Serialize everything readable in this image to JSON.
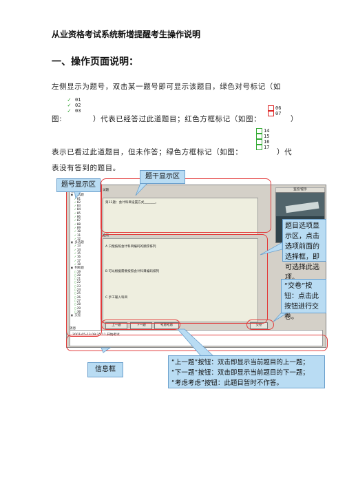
{
  "doc": {
    "title": "从业资格考试系统新增提醒考生操作说明",
    "section": "一、操作页面说明：",
    "para1_line1": "左侧显示为题号，双击某一题号即可显示该题目，绿色对号标记（如",
    "para1_line2_a": "图:",
    "para1_line2_b": "）代表已经答过此道题目；红色方框标记（如图：",
    "para1_line2_c": "）",
    "para2_line1_a": "表示已看过此道题目，但未作答；绿色方框标记（如图：",
    "para2_line1_b": "）代",
    "para2_line2": "表没有答到的题目。",
    "sample_answered": [
      "01",
      "02",
      "03"
    ],
    "sample_viewed": [
      "06",
      "07"
    ],
    "sample_unanswered": [
      "14",
      "15",
      "16",
      "17"
    ]
  },
  "shot": {
    "tree_header": "题目",
    "tree_groups": [
      "单选题",
      "多选题",
      "判断题",
      "交卷"
    ],
    "tree_items_a": [
      "01",
      "02",
      "03",
      "04",
      "05",
      "06",
      "07",
      "08",
      "09",
      "10",
      "11",
      "12"
    ],
    "tree_items_b": [
      "13",
      "14",
      "15",
      "16",
      "17",
      "18"
    ],
    "tree_items_c": [
      "19",
      "20",
      "21",
      "22",
      "23",
      "24",
      "25",
      "26",
      "27",
      "28",
      "29",
      "30"
    ],
    "question_label": "试题",
    "question_text": "第12题：会计科目设置方式_______。",
    "options_label": "选项",
    "options": [
      "A 只能按照会计科目编码的顺序排列",
      "B 可以根据需要按照会计科目编码排列",
      "C 手工输入科目"
    ],
    "btn_prev": "上一题",
    "btn_next": "下一题",
    "btn_consider": "考虑考虑",
    "btn_submit": "交卷",
    "msg_label": "消息",
    "msg_text": "2007-05-13 09:35:11 开始考试",
    "side_label": "监控/提示"
  },
  "callouts": {
    "qnum": "题号显示区",
    "stem": "题干显示区",
    "options": "题目选项显示区，点击选项前面的选择框，即可选择此选项。",
    "submit": "“交卷”按钮：点击此按钮进行交卷。",
    "info": "信息框",
    "buttons_1": "“上一题”按钮：双击即显示当前题目的上一题；",
    "buttons_2": "“下一题”按钮：双击即显示当前题目的下一题；",
    "buttons_3": "“考虑考虑”按钮：此题目暂时不作答。"
  },
  "colors": {
    "callout_bg": "#b9dcf3",
    "highlight": "#e23a3a",
    "check": "#1a9a1a"
  }
}
